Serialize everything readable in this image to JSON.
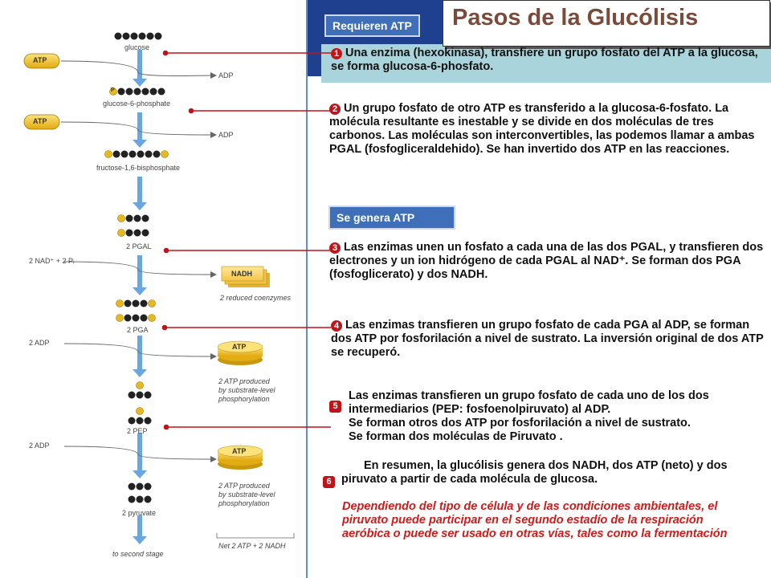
{
  "title": "Pasos de la Glucólisis",
  "tags": {
    "requieren": "Requieren ATP",
    "genera": "Se genera ATP"
  },
  "steps": [
    {
      "num": "1",
      "text": "Una enzima (hexokinasa), transfiere un grupo fosfato del ATP a la glucosa, se forma glucosa-6-phosfato."
    },
    {
      "num": "2",
      "text": "Un grupo fosfato de otro ATP es transferido a la glucosa-6-fosfato. La molécula resultante es inestable y se divide en dos moléculas de tres carbonos. Las moléculas son interconvertibles, las podemos llamar a ambas PGAL (fosfogliceraldehido). Se han invertido dos ATP en las reacciones."
    },
    {
      "num": "3",
      "text": "Las enzimas unen un fosfato a cada una de las dos PGAL, y transfieren dos electrones y un ion hidrógeno de cada PGAL al NAD⁺. Se forman dos PGA (fosfoglicerato) y dos NADH."
    },
    {
      "num": "4",
      "text": "Las enzimas transfieren un grupo fosfato de cada PGA al ADP, se forman dos ATP por fosforilación a nivel de sustrato. La inversión original de dos ATP se recuperó."
    },
    {
      "num": "5",
      "line1": "Las enzimas transfieren un grupo fosfato de cada uno de los dos intermediarios (PEP: fosfoenolpiruvato) al ADP.",
      "line2": "Se forman otros dos ATP por fosforilación a nivel de sustrato.",
      "line3": "Se forman dos moléculas de Piruvato ."
    },
    {
      "num": "6",
      "text": "En resumen, la glucólisis genera dos NADH, dos ATP (neto) y dos piruvato a partir de cada molécula de glucosa."
    }
  ],
  "note": "Dependiendo del tipo de célula y de las condiciones ambientales, el piruvato puede participar en el segundo estadío de la respiración aeróbica o puede ser usado en otras vías, tales como la fermentación",
  "diagram": {
    "glucose": "glucose",
    "atp": "ATP",
    "adp": "ADP",
    "p": "P",
    "g6p": "glucose-6-phosphate",
    "f16bp": "fructose-1,6-bisphosphate",
    "pgal": "2 PGAL",
    "nad": "2 NAD⁺ + 2 Pᵢ",
    "nadh": "NADH",
    "reduced": "2 reduced coenzymes",
    "pga": "2 PGA",
    "adp2": "2 ADP",
    "atp_produced_1": "2 ATP produced",
    "atp_produced_2": "by substrate-level",
    "atp_produced_3": "phosphorylation",
    "pep": "2 PEP",
    "pyruvate": "2 pyruvate",
    "second_stage": "to second stage",
    "net": "Net 2 ATP + 2 NADH"
  },
  "colors": {
    "accent_red": "#c0141a",
    "tag_blue": "#3f6fb8",
    "step1_bg": "#a9d4dc",
    "arrow_blue": "#6aa6e0",
    "atp_yellow": "#f2c51a"
  }
}
